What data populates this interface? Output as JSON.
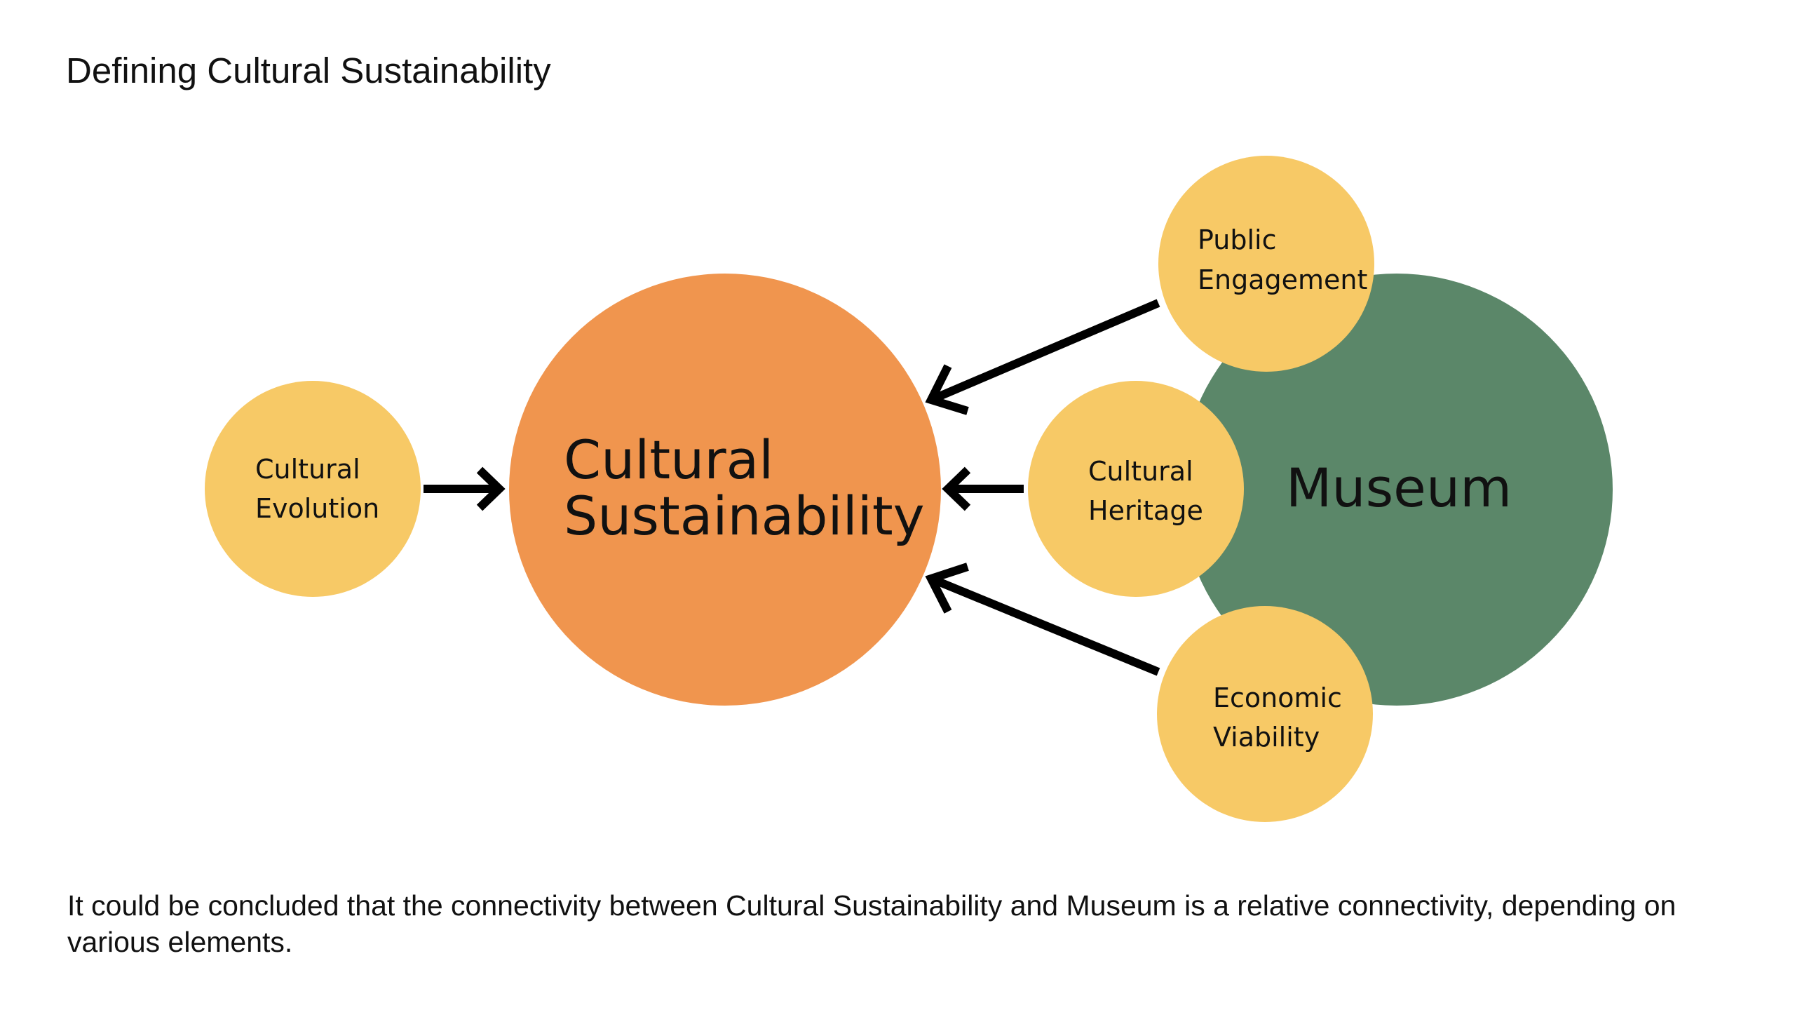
{
  "title": "Defining Cultural Sustainability",
  "caption": "It could be concluded that the connectivity between Cultural Sustainability and Museum is a relative connectivity, depending on various elements.",
  "colors": {
    "center": "#f0954e",
    "museum": "#5b8769",
    "element": "#f7c966",
    "arrow": "#000000",
    "text": "#111111"
  },
  "nodes": {
    "cultural_sustainability": {
      "line1": "Cultural",
      "line2": "Sustainability"
    },
    "museum": {
      "label": "Museum"
    },
    "cultural_evolution": {
      "line1": "Cultural",
      "line2": "Evolution"
    },
    "public_engagement": {
      "line1": "Public",
      "line2": "Engagement"
    },
    "cultural_heritage": {
      "line1": "Cultural",
      "line2": "Heritage"
    },
    "economic_viability": {
      "line1": "Economic",
      "line2": "Viability"
    }
  },
  "edges": [
    {
      "from": "cultural_evolution",
      "to": "cultural_sustainability"
    },
    {
      "from": "public_engagement",
      "to": "cultural_sustainability"
    },
    {
      "from": "cultural_heritage",
      "to": "cultural_sustainability"
    },
    {
      "from": "economic_viability",
      "to": "cultural_sustainability"
    }
  ]
}
